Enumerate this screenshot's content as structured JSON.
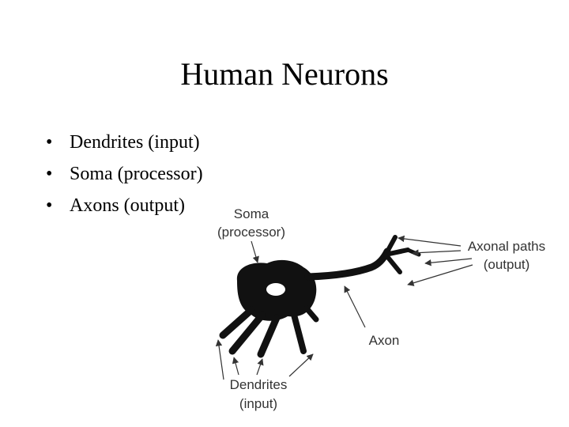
{
  "slide": {
    "title": "Human Neurons",
    "bullets": [
      {
        "symbol": "•",
        "text": "Dendrites (input)"
      },
      {
        "symbol": "•",
        "text": "Soma (processor)"
      },
      {
        "symbol": "•",
        "text": "Axons (output)"
      }
    ]
  },
  "diagram": {
    "labels": {
      "soma_line1": "Soma",
      "soma_line2": "(processor)",
      "axonal_line1": "Axonal paths",
      "axonal_line2": "(output)",
      "axon": "Axon",
      "dendrites_line1": "Dendrites",
      "dendrites_line2": "(input)"
    },
    "colors": {
      "neuron": "#111111",
      "label": "#333333",
      "arrow": "#333333"
    }
  }
}
